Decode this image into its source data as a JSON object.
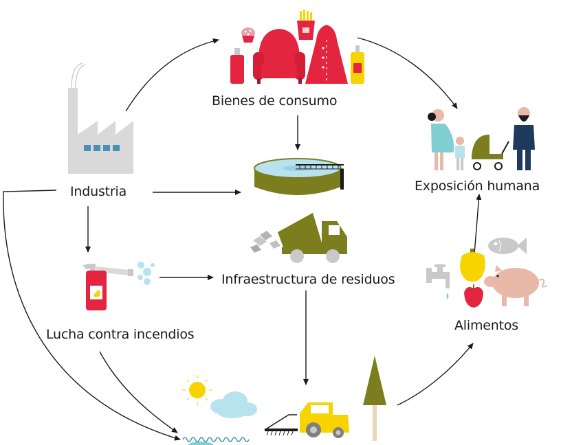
{
  "diagram": {
    "nodes": {
      "industria": "Industria",
      "bienes": "Bienes de consumo",
      "exposicion": "Exposición humana",
      "residuos": "Infraestructura de residuos",
      "incendios": "Lucha contra incendios",
      "alimentos": "Alimentos"
    },
    "colors": {
      "red": "#e3253f",
      "yellow": "#f7d300",
      "olive": "#7b7d1f",
      "teal": "#7fcfd3",
      "gray": "#c9c9c9",
      "navy": "#1f3a5c",
      "pink": "#e8b8a8",
      "factory": "#d9d9d9",
      "windows": "#4a8fb5",
      "sky": "#b8e2ee",
      "sun": "#f7d300"
    }
  }
}
